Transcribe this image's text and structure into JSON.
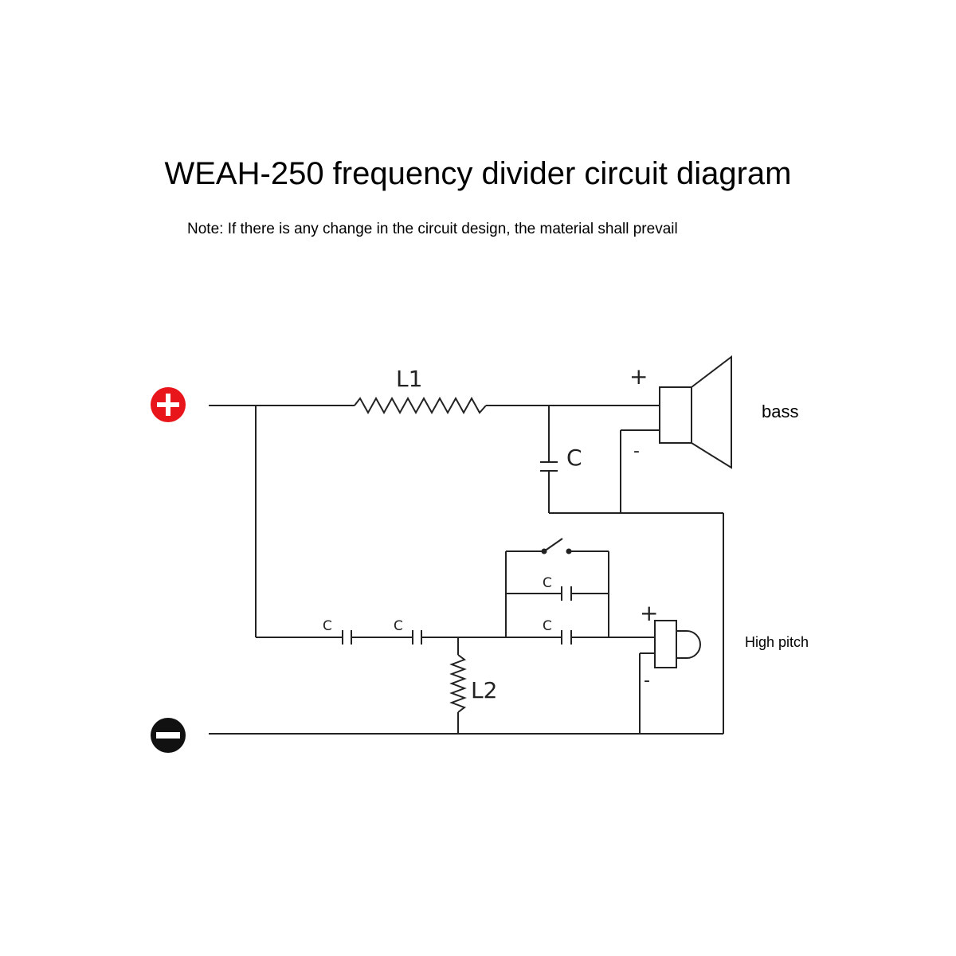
{
  "header": {
    "title": "WEAH-250 frequency divider circuit diagram",
    "note": "Note: If there is any change in the circuit design, the material shall prevail"
  },
  "terminals": {
    "positive_symbol": "+",
    "negative_symbol": "−",
    "positive_color": "#e8151b",
    "negative_color": "#111111"
  },
  "components": {
    "inductor_l1": "L1",
    "inductor_l2": "L2",
    "bass_capacitor": "C",
    "series_cap_1": "C",
    "series_cap_2": "C",
    "parallel_cap_top": "C",
    "parallel_cap_bottom": "C"
  },
  "speakers": {
    "bass": {
      "label": "bass",
      "plus": "+",
      "minus": "-"
    },
    "tweeter": {
      "label": "High pitch",
      "plus": "+",
      "minus": "-"
    }
  }
}
